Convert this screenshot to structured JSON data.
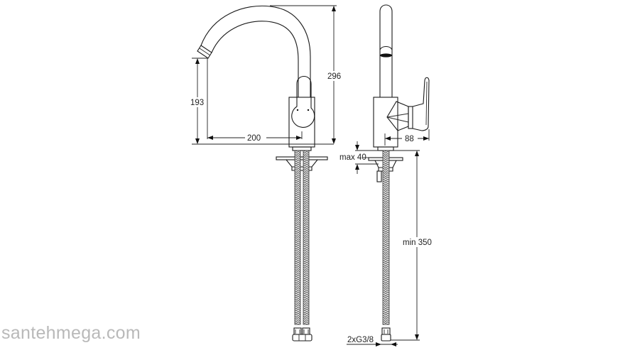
{
  "diagram": {
    "subject": "single-lever kitchen mixer with swivel spout — technical dimension drawing",
    "views": [
      "front-view",
      "side-view"
    ],
    "units": "mm",
    "dimensions": {
      "front": {
        "spout_outlet_height": "193",
        "overall_height": "296",
        "spout_reach": "200"
      },
      "side": {
        "handle_depth": "88",
        "max_deck_thickness": "max 40",
        "min_hose_length": "min 350",
        "connection_thread": "2xG3/8"
      }
    },
    "colors": {
      "line": "#1a1a1a",
      "background": "#ffffff",
      "watermark": "#b9b9b9"
    }
  },
  "watermark": {
    "text": "santehmega.com"
  }
}
